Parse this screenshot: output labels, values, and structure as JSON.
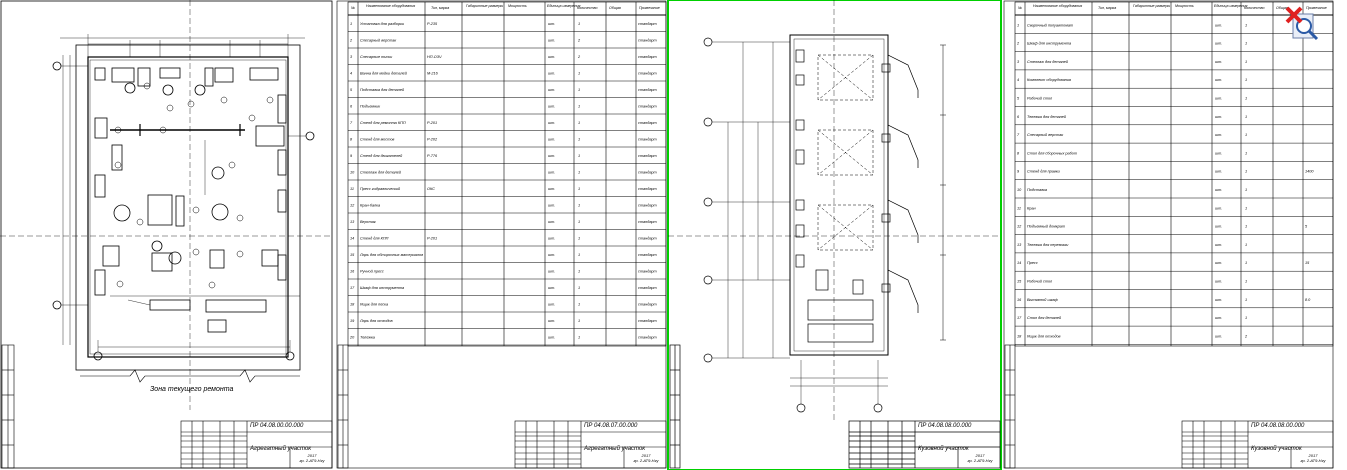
{
  "sheets": [
    {
      "code": "ПР 04.08.00.00.000",
      "name": "Агрегатный участок",
      "group": [
        "2017",
        "гр. 2-АТ9-Нгу"
      ],
      "caption": "Зона текущего ремонта"
    },
    {
      "code": "ПР 04.08.07.00.000",
      "name": "Агрегатный участок",
      "group": [
        "2017",
        "гр. 2-АТ9-Нгу"
      ]
    },
    {
      "code": "ПР 04.08.08.00.000",
      "name": "Кузовной участок",
      "group": [
        "2017",
        "гр. 2-АТ9-Нгу"
      ]
    },
    {
      "code": "ПР 04.08.08.00.000",
      "name": "Кузовной участок",
      "group": [
        "2017",
        "гр. 2-АТ9-Нгу"
      ]
    }
  ],
  "spec_header": {
    "num": "№",
    "name": "Наименование оборудования",
    "type": "Тип, марка",
    "size": "Габаритные размеры",
    "power": "Мощность",
    "qty_unit": "Единица измерения",
    "qty": "Количество",
    "total": "Общая",
    "note": "Примечание"
  },
  "spec_left": {
    "rows": [
      {
        "n": "1",
        "name": "Установка для разборки",
        "type": "Р-235",
        "unit": "шт.",
        "qty": "1",
        "note": "стандарт"
      },
      {
        "n": "2",
        "name": "Слесарный верстак",
        "type": "",
        "unit": "шт.",
        "qty": "2",
        "note": "стандарт"
      },
      {
        "n": "3",
        "name": "Слесарные тиски",
        "type": "НП-ОЗЧ",
        "unit": "шт.",
        "qty": "2",
        "note": "стандарт"
      },
      {
        "n": "4",
        "name": "Ванна для мойки деталей",
        "type": "М-216",
        "unit": "шт.",
        "qty": "1",
        "note": "стандарт"
      },
      {
        "n": "5",
        "name": "Подставка для деталей",
        "type": "",
        "unit": "шт.",
        "qty": "1",
        "note": "стандарт"
      },
      {
        "n": "6",
        "name": "Подъемник",
        "type": "",
        "unit": "шт.",
        "qty": "1",
        "note": "стандарт"
      },
      {
        "n": "7",
        "name": "Стенд для ремонта КПП",
        "type": "Р-201",
        "unit": "шт.",
        "qty": "1",
        "note": "стандарт"
      },
      {
        "n": "8",
        "name": "Стенд для мостов",
        "type": "Р-202",
        "unit": "шт.",
        "qty": "1",
        "note": "стандарт"
      },
      {
        "n": "9",
        "name": "Стенд для двигателей",
        "type": "Р-776",
        "unit": "шт.",
        "qty": "1",
        "note": "стандарт"
      },
      {
        "n": "10",
        "name": "Стеллаж для деталей",
        "type": "",
        "unit": "шт.",
        "qty": "1",
        "note": "стандарт"
      },
      {
        "n": "11",
        "name": "Пресс гидравлический",
        "type": "ОКС",
        "unit": "шт.",
        "qty": "1",
        "note": "стандарт"
      },
      {
        "n": "12",
        "name": "Кран-балка",
        "type": "",
        "unit": "шт.",
        "qty": "1",
        "note": "стандарт"
      },
      {
        "n": "13",
        "name": "Верстак",
        "type": "",
        "unit": "шт.",
        "qty": "1",
        "note": "стандарт"
      },
      {
        "n": "14",
        "name": "Стенд для КПП",
        "type": "Р-201",
        "unit": "шт.",
        "qty": "1",
        "note": "стандарт"
      },
      {
        "n": "15",
        "name": "Ларь для обтирочных материалов",
        "type": "",
        "unit": "шт.",
        "qty": "1",
        "note": "стандарт"
      },
      {
        "n": "16",
        "name": "Ручной пресс",
        "type": "",
        "unit": "шт.",
        "qty": "1",
        "note": "стандарт"
      },
      {
        "n": "17",
        "name": "Шкаф для инструмента",
        "type": "",
        "unit": "шт.",
        "qty": "1",
        "note": "стандарт"
      },
      {
        "n": "18",
        "name": "Ящик для песка",
        "type": "",
        "unit": "шт.",
        "qty": "1",
        "note": "стандарт"
      },
      {
        "n": "19",
        "name": "Ларь для отходов",
        "type": "",
        "unit": "шт.",
        "qty": "1",
        "note": "стандарт"
      },
      {
        "n": "20",
        "name": "Тележка",
        "type": "",
        "unit": "шт.",
        "qty": "1",
        "note": "стандарт"
      }
    ]
  },
  "spec_right": {
    "rows": [
      {
        "n": "1",
        "name": "Сварочный полуавтомат",
        "type": "",
        "unit": "шт.",
        "qty": "1",
        "note": ""
      },
      {
        "n": "2",
        "name": "Шкаф для инструмента",
        "type": "",
        "unit": "шт.",
        "qty": "1",
        "note": ""
      },
      {
        "n": "3",
        "name": "Стеллаж для деталей",
        "type": "",
        "unit": "шт.",
        "qty": "1",
        "note": ""
      },
      {
        "n": "4",
        "name": "Комплект оборудования",
        "type": "",
        "unit": "шт.",
        "qty": "1",
        "note": ""
      },
      {
        "n": "5",
        "name": "Рабочий стол",
        "type": "",
        "unit": "шт.",
        "qty": "1",
        "note": ""
      },
      {
        "n": "6",
        "name": "Тележка для деталей",
        "type": "",
        "unit": "шт.",
        "qty": "1",
        "note": ""
      },
      {
        "n": "7",
        "name": "Слесарный верстак",
        "type": "",
        "unit": "шт.",
        "qty": "1",
        "note": ""
      },
      {
        "n": "8",
        "name": "Стол для сборочных работ",
        "type": "",
        "unit": "шт.",
        "qty": "1",
        "note": ""
      },
      {
        "n": "9",
        "name": "Стенд для правки",
        "type": "",
        "unit": "шт.",
        "qty": "1",
        "note": "1400"
      },
      {
        "n": "10",
        "name": "Подставка",
        "type": "",
        "unit": "шт.",
        "qty": "1",
        "note": ""
      },
      {
        "n": "11",
        "name": "Кран",
        "type": "",
        "unit": "шт.",
        "qty": "1",
        "note": ""
      },
      {
        "n": "12",
        "name": "Подъемный домкрат",
        "type": "",
        "unit": "шт.",
        "qty": "1",
        "note": "5"
      },
      {
        "n": "13",
        "name": "Тележка для перевозки",
        "type": "",
        "unit": "шт.",
        "qty": "1",
        "note": ""
      },
      {
        "n": "14",
        "name": "Пресс",
        "type": "",
        "unit": "шт.",
        "qty": "1",
        "note": "15"
      },
      {
        "n": "15",
        "name": "Рабочий стол",
        "type": "",
        "unit": "шт.",
        "qty": "1",
        "note": ""
      },
      {
        "n": "16",
        "name": "Вытяжной шкаф",
        "type": "",
        "unit": "шт.",
        "qty": "1",
        "note": "8.0"
      },
      {
        "n": "17",
        "name": "Стол для деталей",
        "type": "",
        "unit": "шт.",
        "qty": "1",
        "note": ""
      },
      {
        "n": "18",
        "name": "Ящик для отходов",
        "type": "",
        "unit": "шт.",
        "qty": "2",
        "note": ""
      }
    ]
  },
  "tool": {
    "icon": "zoom-close-icon"
  }
}
